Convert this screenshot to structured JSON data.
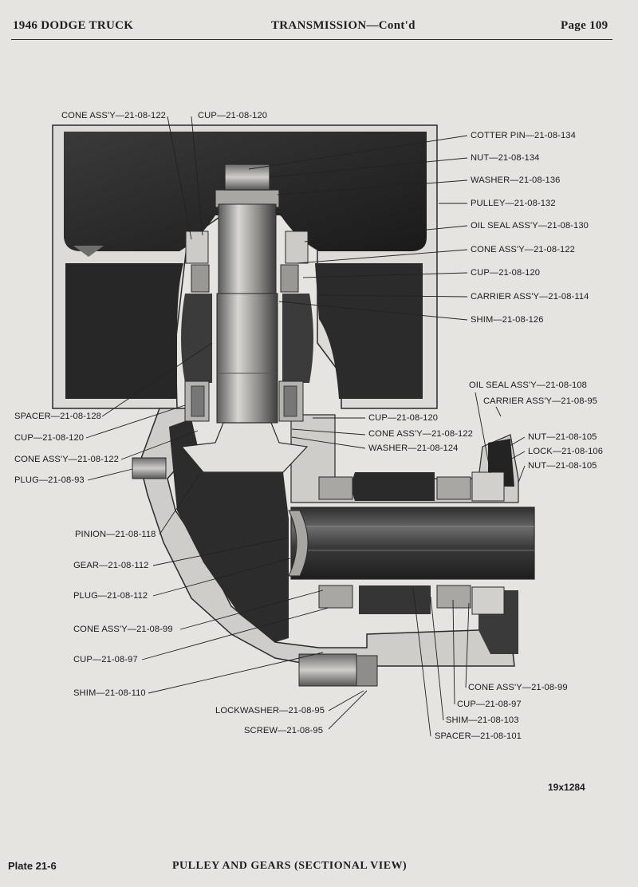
{
  "header": {
    "left": "1946 DODGE TRUCK",
    "center": "TRANSMISSION—Cont'd",
    "right": "Page 109"
  },
  "labels": {
    "cone_top_left": "CONE ASS'Y—21-08-122",
    "cup_top": "CUP—21-08-120",
    "cotter_pin": "COTTER PIN—21-08-134",
    "nut_134": "NUT—21-08-134",
    "washer_136": "WASHER—21-08-136",
    "pulley_132": "PULLEY—21-08-132",
    "oil_seal_130": "OIL SEAL ASS'Y—21-08-130",
    "cone_122_right": "CONE ASS'Y—21-08-122",
    "cup_120_right": "CUP—21-08-120",
    "carrier_114": "CARRIER ASS'Y—21-08-114",
    "shim_126": "SHIM—21-08-126",
    "oil_seal_108": "OIL SEAL ASS'Y—21-08-108",
    "carrier_95": "CARRIER ASS'Y—21-08-95",
    "spacer_128": "SPACER—21-08-128",
    "cup_120_left": "CUP—21-08-120",
    "cone_122_left": "CONE ASS'Y—21-08-122",
    "plug_93": "PLUG—21-08-93",
    "cup_120_mid": "CUP—21-08-120",
    "cone_122_mid": "CONE ASS'Y—21-08-122",
    "washer_124": "WASHER—21-08-124",
    "nut_105_a": "NUT—21-08-105",
    "lock_106": "LOCK—21-08-106",
    "nut_105_b": "NUT—21-08-105",
    "pinion_118": "PINION—21-08-118",
    "gear_112": "GEAR—21-08-112",
    "plug_112": "PLUG—21-08-112",
    "cone_99_left": "CONE ASS'Y—21-08-99",
    "cup_97_left": "CUP—21-08-97",
    "shim_110": "SHIM—21-08-110",
    "lockwasher_95": "LOCKWASHER—21-08-95",
    "screw_95": "SCREW—21-08-95",
    "cone_99_right": "CONE ASS'Y—21-08-99",
    "cup_97_right": "CUP—21-08-97",
    "shim_103": "SHIM—21-08-103",
    "spacer_101": "SPACER—21-08-101"
  },
  "figure_code": "19x1284",
  "footer": {
    "plate": "Plate 21-6",
    "caption": "PULLEY AND GEARS (SECTIONAL VIEW)"
  }
}
